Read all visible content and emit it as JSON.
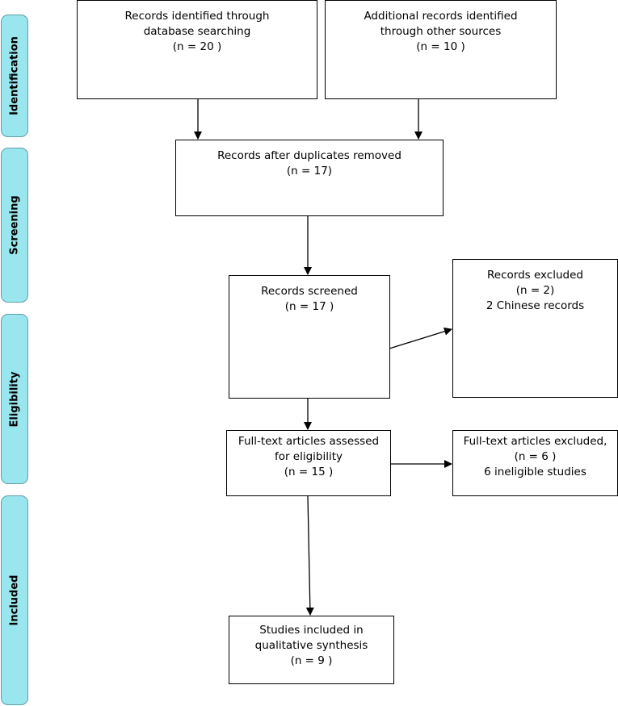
{
  "phases": {
    "identification": "Identification",
    "screening": "Screening",
    "eligibility": "Eligibility",
    "included": "Included"
  },
  "boxes": {
    "database": {
      "line1": "Records identified through",
      "line2": "database searching",
      "line3": "(n = 20  )"
    },
    "other_sources": {
      "line1": "Additional records identified",
      "line2": "through other sources",
      "line3": "(n = 10   )"
    },
    "duplicates_removed": {
      "line1": "Records after duplicates removed",
      "line2": "(n = 17)"
    },
    "screened": {
      "line1": "Records screened",
      "line2": "(n = 17  )"
    },
    "excluded": {
      "line1": "Records excluded",
      "line2": "(n = 2)",
      "line3": "2 Chinese records"
    },
    "full_text_assessed": {
      "line1": "Full-text articles assessed",
      "line2": "for eligibility",
      "line3": "(n = 15  )"
    },
    "full_text_excluded": {
      "line1": "Full-text articles excluded,",
      "line2": "(n = 6 )",
      "line3": "6 ineligible studies"
    },
    "included": {
      "line1": "Studies included in",
      "line2": "qualitative synthesis",
      "line3": "(n = 9   )"
    }
  },
  "colors": {
    "phase_fill": "#9ae6ee",
    "phase_border": "#5f9ea6",
    "line": "#000000"
  }
}
